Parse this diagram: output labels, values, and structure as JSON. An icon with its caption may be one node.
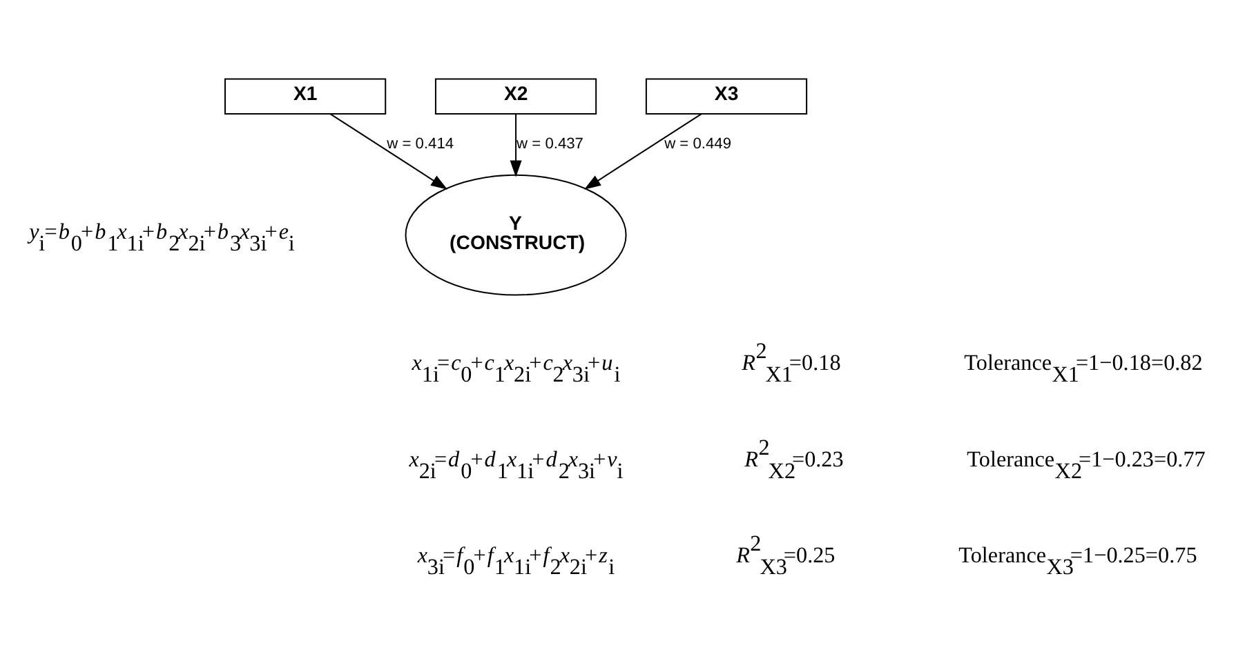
{
  "diagram": {
    "nodes": [
      {
        "text": [
          "X1"
        ]
      },
      {
        "text": [
          "X2"
        ]
      },
      {
        "text": [
          "X3"
        ]
      },
      {
        "text": [
          "Y",
          "(CONSTRUCT)"
        ]
      }
    ],
    "edges": [
      {
        "from": 0,
        "to": 3,
        "arrow": "to",
        "label": "w = 0.414"
      },
      {
        "from": 1,
        "to": 3,
        "arrow": "to",
        "label": "w = 0.437"
      },
      {
        "from": 2,
        "to": 3,
        "arrow": "to",
        "label": "w = 0.449"
      }
    ],
    "labels": [
      "*y*$_{i}$=*b*$_{0}$+*b*$_{1}$*x*$_{1i}$+*b*$_{2}$*x*$_{2i}$+*b*$_{3}$*x*$_{3i}$+*e*$_{i}$",
      "*x*$_{1i}$=*c*$_{0}$+*c*$_{1}$*x*$_{2i}$+*c*$_{2}$*x*$_{3i}$+*u*$_{i}$",
      "*R*$^{2}$$_{X1}$=0.18",
      "Tolerance$_{X1}$=1−0.18=0.82",
      "*x*$_{2i}$=*d*$_{0}$+*d*$_{1}$*x*$_{1i}$+*d*$_{2}$*x*$_{3i}$+*v*$_{i}$",
      "*R*$^{2}$$_{X2}$=0.23",
      "Tolerance$_{X2}$=1−0.23=0.77",
      "*x*$_{3i}$=*f*$_{0}$+*f*$_{1}$*x*$_{1i}$+*f*$_{2}$*x*$_{2i}$+*z*$_{i}$",
      "*R*$^{2}$$_{X3}$=0.25",
      "Tolerance$_{X3}$=1−0.25=0.75"
    ]
  }
}
